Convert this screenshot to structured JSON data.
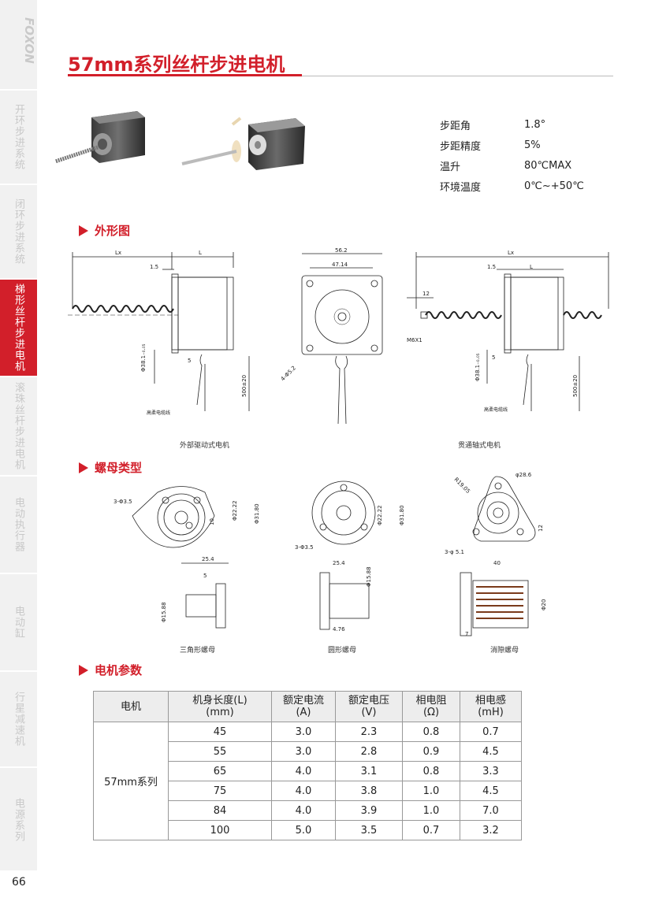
{
  "brand": "FOXON",
  "page_number": "66",
  "title": "57mm系列丝杆步进电机",
  "sidebar": {
    "items": [
      {
        "label": "开环步进系统",
        "active": false
      },
      {
        "label": "闭环步进系统",
        "active": false
      },
      {
        "label": "梯形丝杆步进电机",
        "active": true
      },
      {
        "label": "滚珠丝杆步进电机",
        "active": false
      },
      {
        "label": "电动执行器",
        "active": false
      },
      {
        "label": "电动缸",
        "active": false
      },
      {
        "label": "行星减速机",
        "active": false
      },
      {
        "label": "电源系列",
        "active": false
      }
    ]
  },
  "specs": [
    {
      "key": "步距角",
      "value": "1.8°"
    },
    {
      "key": "步距精度",
      "value": "5%"
    },
    {
      "key": "温升",
      "value": "80℃MAX"
    },
    {
      "key": "环境温度",
      "value": "0℃~+50℃"
    }
  ],
  "sections": {
    "outline": "外形图",
    "nut_types": "螺母类型",
    "motor_params": "电机参数"
  },
  "outline": {
    "dims": {
      "lx": "Lx",
      "l": "L",
      "d15": "1.5",
      "d562": "56.2",
      "d4714": "47.14",
      "d12": "12",
      "m6": "M6X1",
      "d5": "5",
      "d381": "Φ38.1₋₀.₀₅",
      "lead": "500±20",
      "holes": "4-Φ5.2",
      "wire": "高柔电缆线"
    },
    "captions": {
      "external": "外部驱动式电机",
      "through": "贯通轴式电机"
    }
  },
  "nuts": {
    "dims": {
      "h35": "3-Φ3.5",
      "d2222": "Φ22.22",
      "d3180": "Φ31.80",
      "d10": "10",
      "d254": "25.4",
      "d5": "5",
      "d1588": "Φ15.88",
      "d476": "4.76",
      "r1905": "R19.05",
      "d286": "φ28.6",
      "d12": "12",
      "h51": "3-φ 5.1",
      "d40": "40",
      "d20": "Φ20",
      "d7": "7"
    },
    "captions": {
      "triangle": "三角形螺母",
      "round": "圆形螺母",
      "antibacklash": "消隙螺母"
    }
  },
  "table": {
    "headers": [
      "电机",
      "机身长度(L)\n(mm)",
      "额定电流\n(A)",
      "额定电压\n(V)",
      "相电阻\n(Ω)",
      "相电感\n(mH)"
    ],
    "group_label": "57mm系列",
    "rows": [
      [
        "45",
        "3.0",
        "2.3",
        "0.8",
        "0.7"
      ],
      [
        "55",
        "3.0",
        "2.8",
        "0.9",
        "4.5"
      ],
      [
        "65",
        "4.0",
        "3.1",
        "0.8",
        "3.3"
      ],
      [
        "75",
        "4.0",
        "3.8",
        "1.0",
        "4.5"
      ],
      [
        "84",
        "4.0",
        "3.9",
        "1.0",
        "7.0"
      ],
      [
        "100",
        "5.0",
        "3.5",
        "0.7",
        "3.2"
      ]
    ]
  },
  "colors": {
    "accent": "#d21f2a",
    "sidebar": "#f1f1f1"
  }
}
